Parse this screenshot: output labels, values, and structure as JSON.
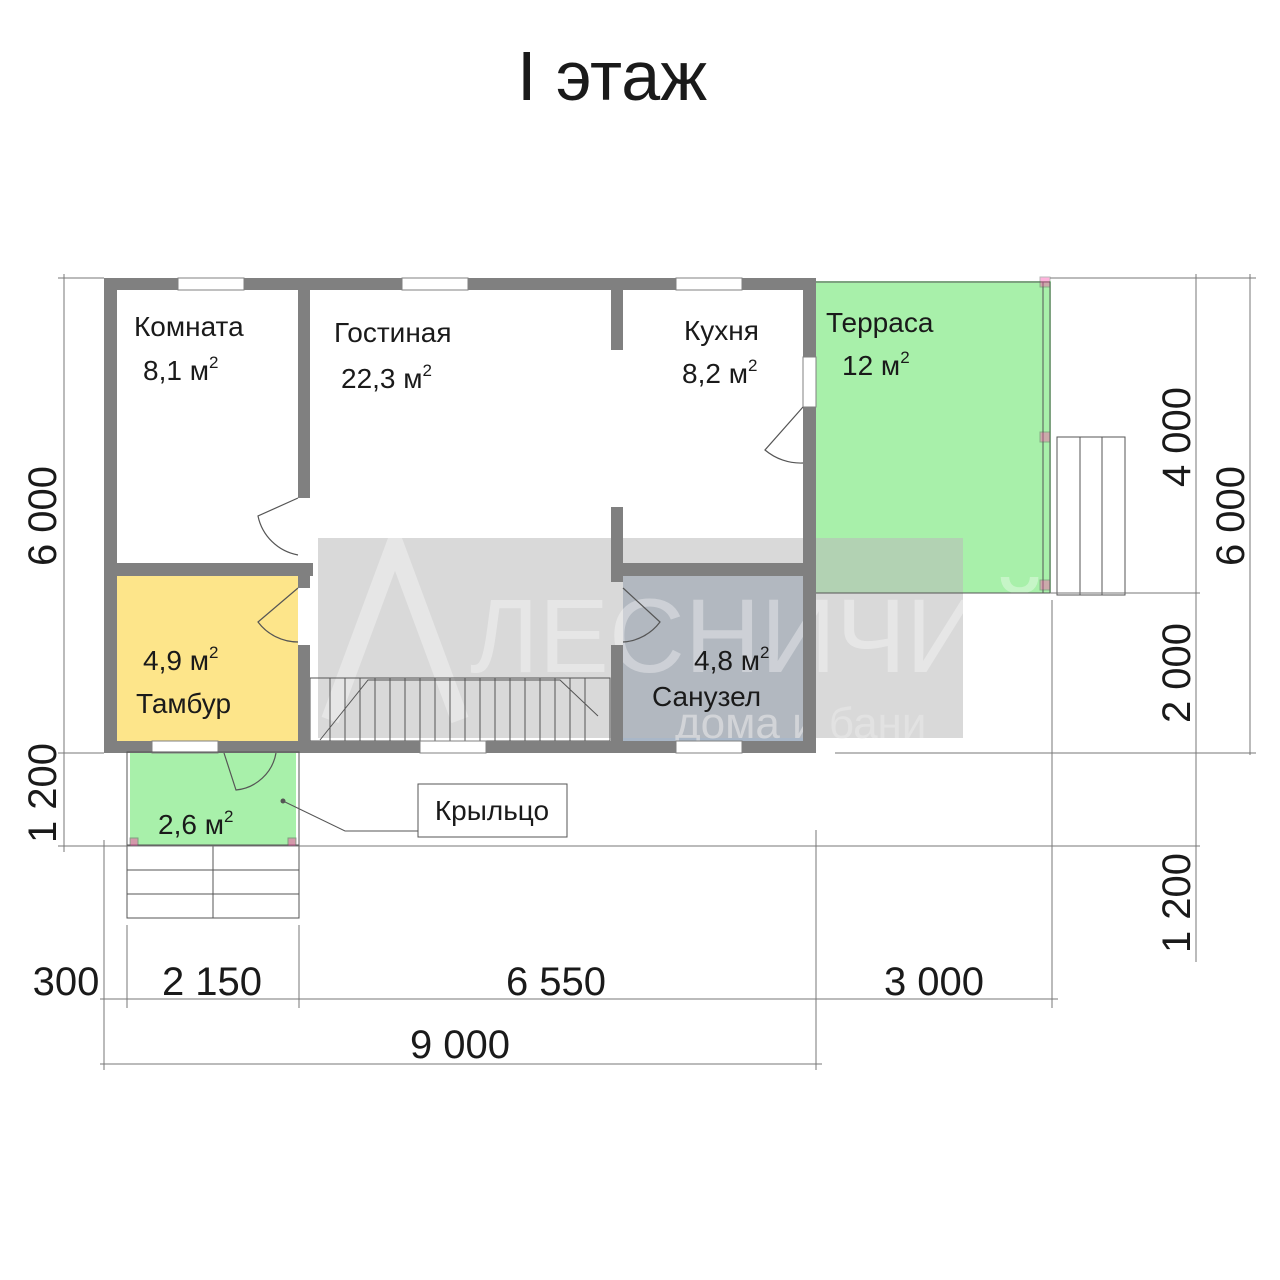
{
  "title": "I этаж",
  "rooms": {
    "komnata": {
      "name": "Комната",
      "area": "8,1 м",
      "sup": "2"
    },
    "gostinaya": {
      "name": "Гостиная",
      "area": "22,3 м",
      "sup": "2"
    },
    "kuhnya": {
      "name": "Кухня",
      "area": "8,2 м",
      "sup": "2"
    },
    "terrasa": {
      "name": "Терраса",
      "area": "12 м",
      "sup": "2"
    },
    "tambur": {
      "name": "Тамбур",
      "area": "4,9 м",
      "sup": "2"
    },
    "sanuzel": {
      "name": "Санузел",
      "area": "4,8 м",
      "sup": "2"
    },
    "krylco": {
      "name": "Крыльцо",
      "area": "2,6 м",
      "sup": "2"
    }
  },
  "dimensions": {
    "bottom": [
      "300",
      "2 150",
      "6 550",
      "3 000"
    ],
    "total_width": "9 000",
    "left": [
      "6 000",
      "1 200"
    ],
    "right_inner": [
      "4 000",
      "2 000",
      "1 200"
    ],
    "right_outer": "6 000"
  },
  "watermark": {
    "brand": "ЛЕСНИЧИЙ",
    "tagline": "дома и бани"
  },
  "colors": {
    "wall": "#808080",
    "terrace": "#a8f0aa",
    "porch": "#a8f0aa",
    "tambur": "#fde58a",
    "sanuzel": "#a9b7c8",
    "stairs_bg": "#cfcfcf"
  }
}
